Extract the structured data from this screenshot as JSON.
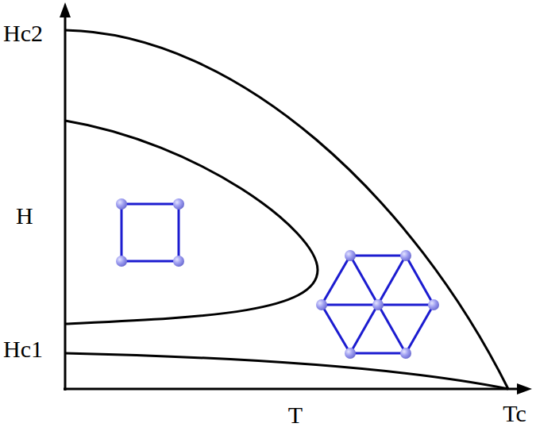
{
  "diagram": {
    "labels": [
      "Hc2",
      "H",
      "Hc1",
      "T",
      "Tc"
    ]
  }
}
